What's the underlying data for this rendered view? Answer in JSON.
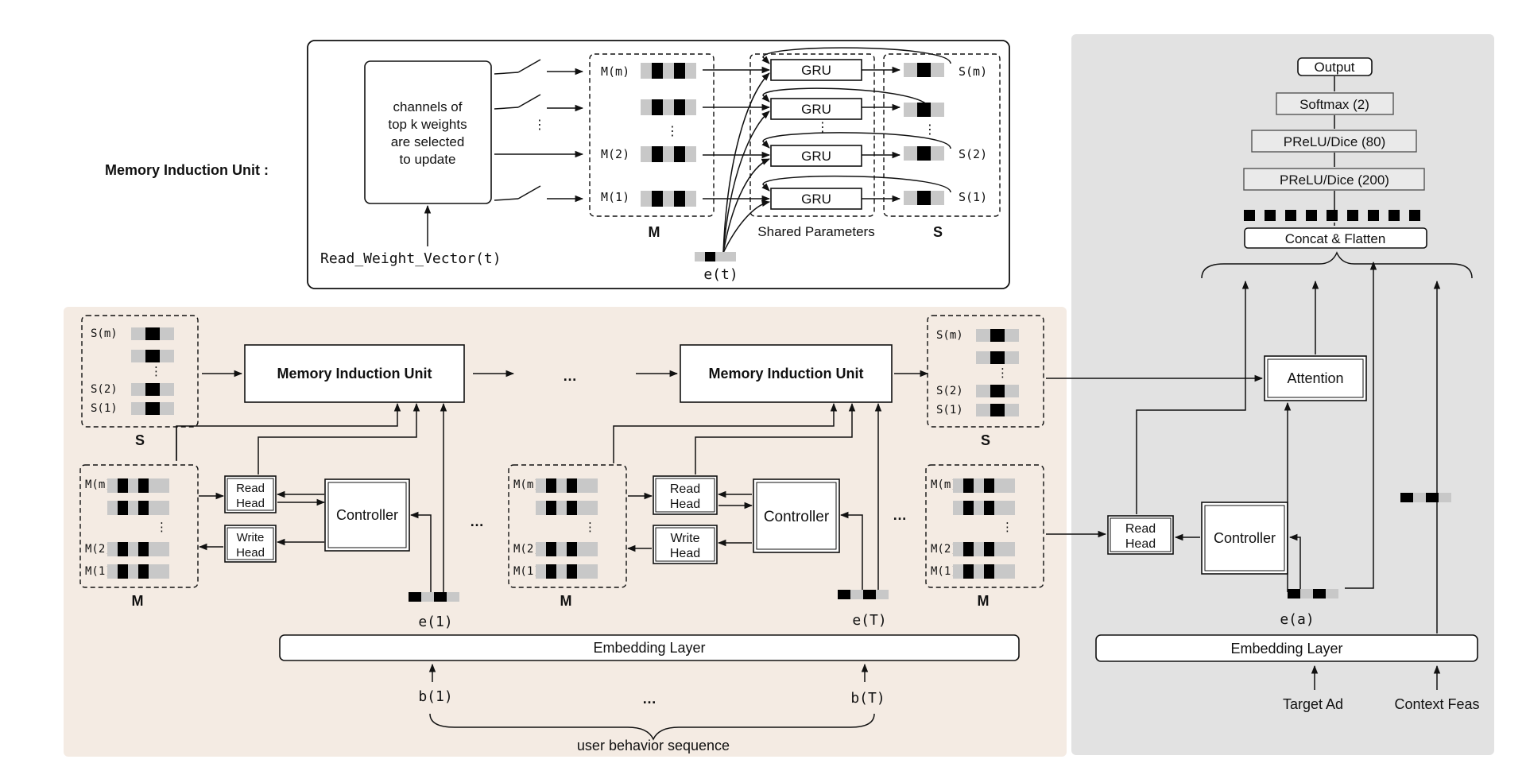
{
  "miu_detail": {
    "title": "Memory Induction Unit :",
    "channel_note": [
      "channels of",
      "top k weights",
      "are selected",
      "to update"
    ],
    "read_weight": "Read_Weight_Vector(t)",
    "mem_labels": [
      "M(m)",
      "M(2)",
      "M(1)"
    ],
    "mem_caption": "M",
    "gru_label": "GRU",
    "shared_params": "Shared Parameters",
    "state_labels": [
      "S(m)",
      "S(2)",
      "S(1)"
    ],
    "state_caption": "S",
    "input_label": "e(t)",
    "vdots": "⋮"
  },
  "user_panel": {
    "miu_label": "Memory Induction Unit",
    "read_head": [
      "Read",
      "Head"
    ],
    "write_head": [
      "Write",
      "Head"
    ],
    "controller": "Controller",
    "s_labels": [
      "S(m)",
      "S(2)",
      "S(1)"
    ],
    "m_labels": [
      "M(m)",
      "M(2)",
      "M(1)"
    ],
    "s_caption": "S",
    "m_caption": "M",
    "e_first": "e(1)",
    "e_last": "e(T)",
    "embedding": "Embedding Layer",
    "b_first": "b(1)",
    "b_last": "b(T)",
    "sequence_label": "user behavior sequence",
    "ellipsis": "…",
    "vdots": "⋮"
  },
  "prediction_panel": {
    "output": "Output",
    "softmax": "Softmax (2)",
    "prelu80": "PReLU/Dice (80)",
    "prelu200": "PReLU/Dice (200)",
    "concat": "Concat & Flatten",
    "attention": "Attention",
    "read_head": [
      "Read",
      "Head"
    ],
    "controller": "Controller",
    "e_target": "e(a)",
    "embedding": "Embedding Layer",
    "target_ad": "Target Ad",
    "context": "Context Feas"
  },
  "colors": {
    "user_panel_bg": "#f4ebe3",
    "prediction_panel_bg": "#e2e2e2",
    "cell_dark": "#000000",
    "cell_light": "#c8c8c8"
  }
}
